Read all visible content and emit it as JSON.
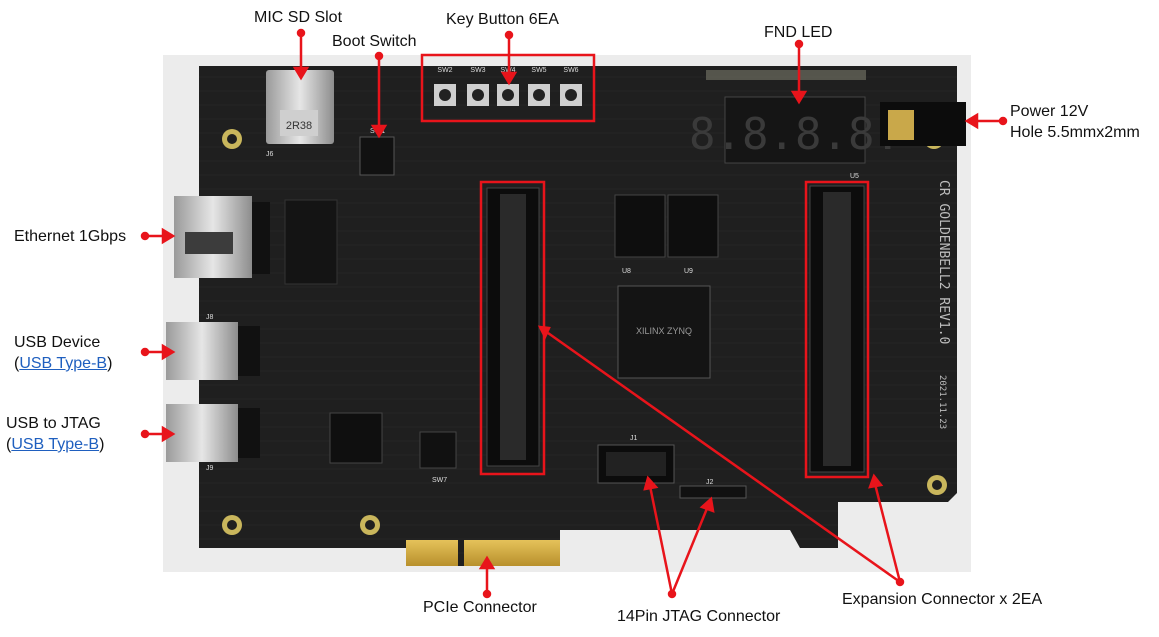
{
  "labels": {
    "mic_sd": "MIC SD Slot",
    "boot_switch": "Boot Switch",
    "key_button": "Key Button 6EA",
    "fnd_led": "FND LED",
    "power_line1": "Power 12V",
    "power_line2": "Hole 5.5mmx2mm",
    "ethernet": "Ethernet 1Gbps",
    "usb_device": "USB Device",
    "usb_device_link": "USB Type-B",
    "usb_jtag": "USB to JTAG",
    "usb_jtag_link": "USB Type-B",
    "pcie": "PCIe Connector",
    "jtag14": "14Pin JTAG Connector",
    "expansion": "Expansion Connector x 2EA"
  },
  "board": {
    "silkscreen_right": "CR GOLDENBELL2 REV1.0",
    "date": "2021.11.23",
    "chip": "XILINX ZYNQ",
    "fnd_digits": "8.8.8.8.",
    "switches": [
      "SW2",
      "SW3",
      "SW4",
      "SW5",
      "SW6"
    ],
    "sd_marking": "2R38",
    "refs": {
      "j6": "J6",
      "sw1": "SW1",
      "u8": "U8",
      "u9": "U9",
      "u5": "U5",
      "j1": "J1",
      "j2": "J2",
      "j8": "J8",
      "j9": "J9",
      "sw7": "SW7"
    }
  },
  "colors": {
    "board": "#1f1f1f",
    "callout": "#e8141b",
    "link": "#1f5fbf"
  }
}
